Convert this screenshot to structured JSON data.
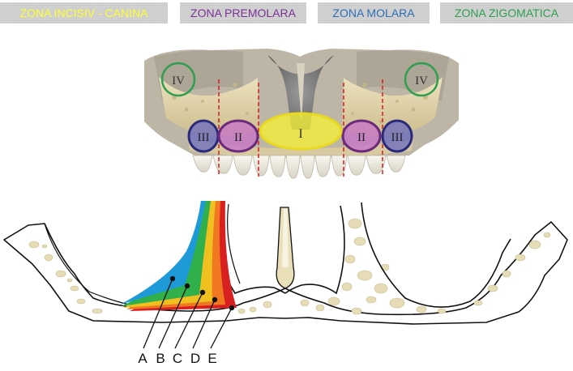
{
  "zones": [
    {
      "label": "ZONA INCISIV - CANINA",
      "color": "#ffff33"
    },
    {
      "label": "ZONA PREMOLARA",
      "color": "#7b3294"
    },
    {
      "label": "ZONA MOLARA",
      "color": "#2c6fb7"
    },
    {
      "label": "ZONA ZIGOMATICA",
      "color": "#2e9e4f"
    }
  ],
  "regions": {
    "I": "I",
    "II_left": "II",
    "II_right": "II",
    "III_left": "III",
    "III_right": "III",
    "IV_left": "IV",
    "IV_right": "IV"
  },
  "region_colors": {
    "I": "#f2ee3a",
    "II": "#c060c8",
    "III": "#5a5ab8",
    "IV": "#2e9e4f"
  },
  "callouts": [
    "A",
    "B",
    "C",
    "D",
    "E"
  ],
  "band_colors": [
    "#1e9ad8",
    "#2fb04a",
    "#f0c020",
    "#f07820",
    "#d82020"
  ]
}
